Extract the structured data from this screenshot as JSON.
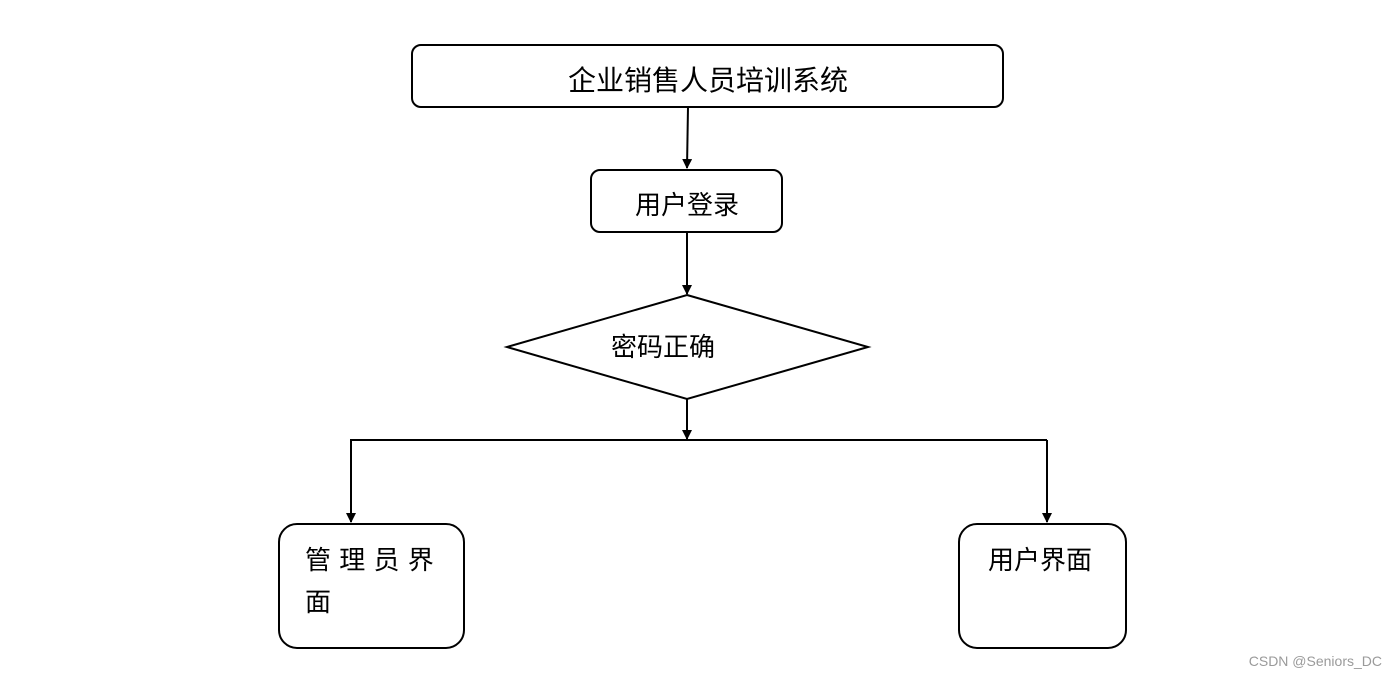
{
  "diagram": {
    "title": "企业销售人员培训系统",
    "login": "用户登录",
    "decision": "密码正确",
    "admin_line1": "管 理 员 界",
    "admin_line2": "面",
    "user": "用户界面"
  },
  "watermark": "CSDN @Seniors_DC",
  "colors": {
    "stroke": "#000000",
    "background": "#ffffff",
    "watermark": "#9a9a9a"
  }
}
